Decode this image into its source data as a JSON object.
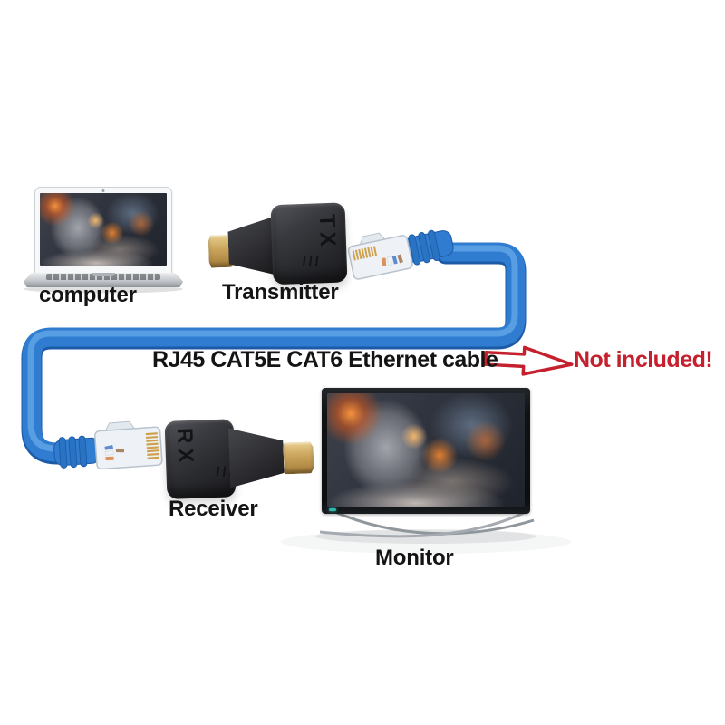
{
  "devices": {
    "computer": {
      "label": "computer"
    },
    "transmitter": {
      "label": "Transmitter",
      "port": "TX"
    },
    "receiver": {
      "label": "Receiver",
      "port": "RX"
    },
    "monitor": {
      "label": "Monitor"
    }
  },
  "cable": {
    "label": "RJ45 CAT5E CAT6 Ethernet cable",
    "warning": "Not included!"
  },
  "colors": {
    "cable_blue": "#2f7cd0",
    "cable_shadow": "#1b5aa6",
    "cable_highlight": "#5fa4e6",
    "warning_red": "#c4202e",
    "label_black": "#141414",
    "adapter_dark": "#2a2b2f",
    "hdmi_gold": "#c9a35a"
  }
}
